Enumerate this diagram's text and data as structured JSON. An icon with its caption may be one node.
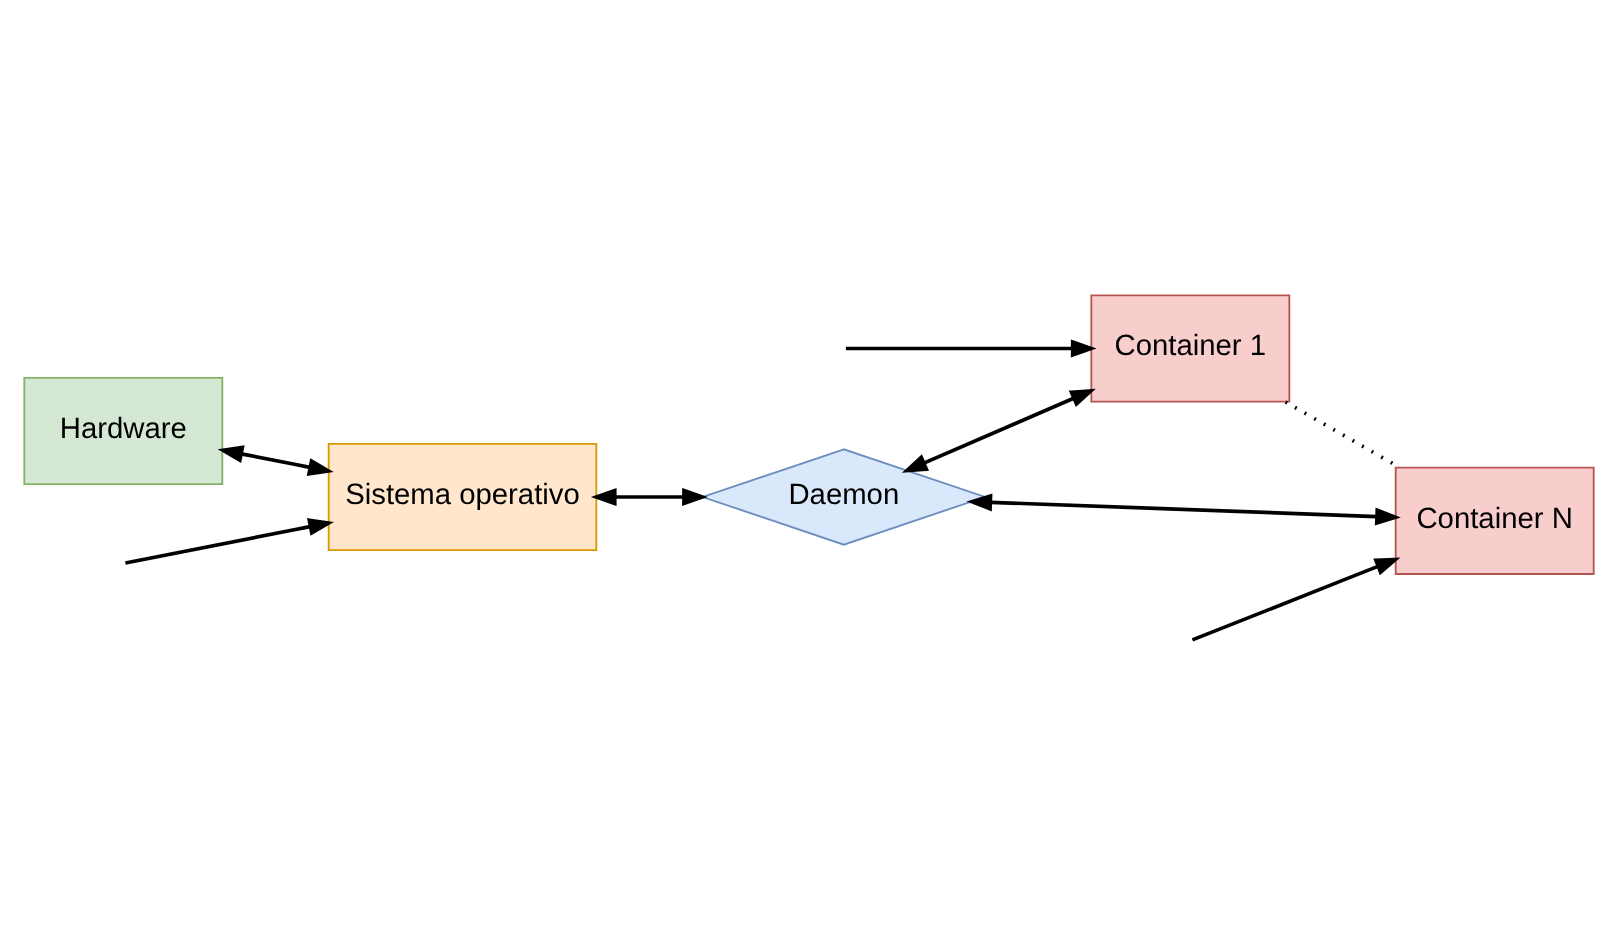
{
  "diagram": {
    "nodes": [
      {
        "text": [
          "Hardware"
        ]
      },
      {
        "text": [
          "Sistema operativo"
        ]
      },
      {
        "text": [
          "Daemon"
        ]
      },
      {
        "text": [
          "Container 1"
        ]
      },
      {
        "text": [
          "Container N"
        ]
      }
    ],
    "edges": [
      {
        "from": 0,
        "to": 1,
        "arrow": "both"
      },
      {
        "from": null,
        "to": 1,
        "arrow": "to"
      },
      {
        "from": 1,
        "to": 2,
        "arrow": "both"
      },
      {
        "from": 2,
        "to": 3,
        "arrow": "both"
      },
      {
        "from": 2,
        "to": 4,
        "arrow": "both"
      },
      {
        "from": 3,
        "to": 4,
        "arrow": "none",
        "style": "dashed"
      },
      {
        "from": null,
        "to": 3,
        "arrow": "to"
      },
      {
        "from": null,
        "to": 4,
        "arrow": "to"
      }
    ]
  }
}
